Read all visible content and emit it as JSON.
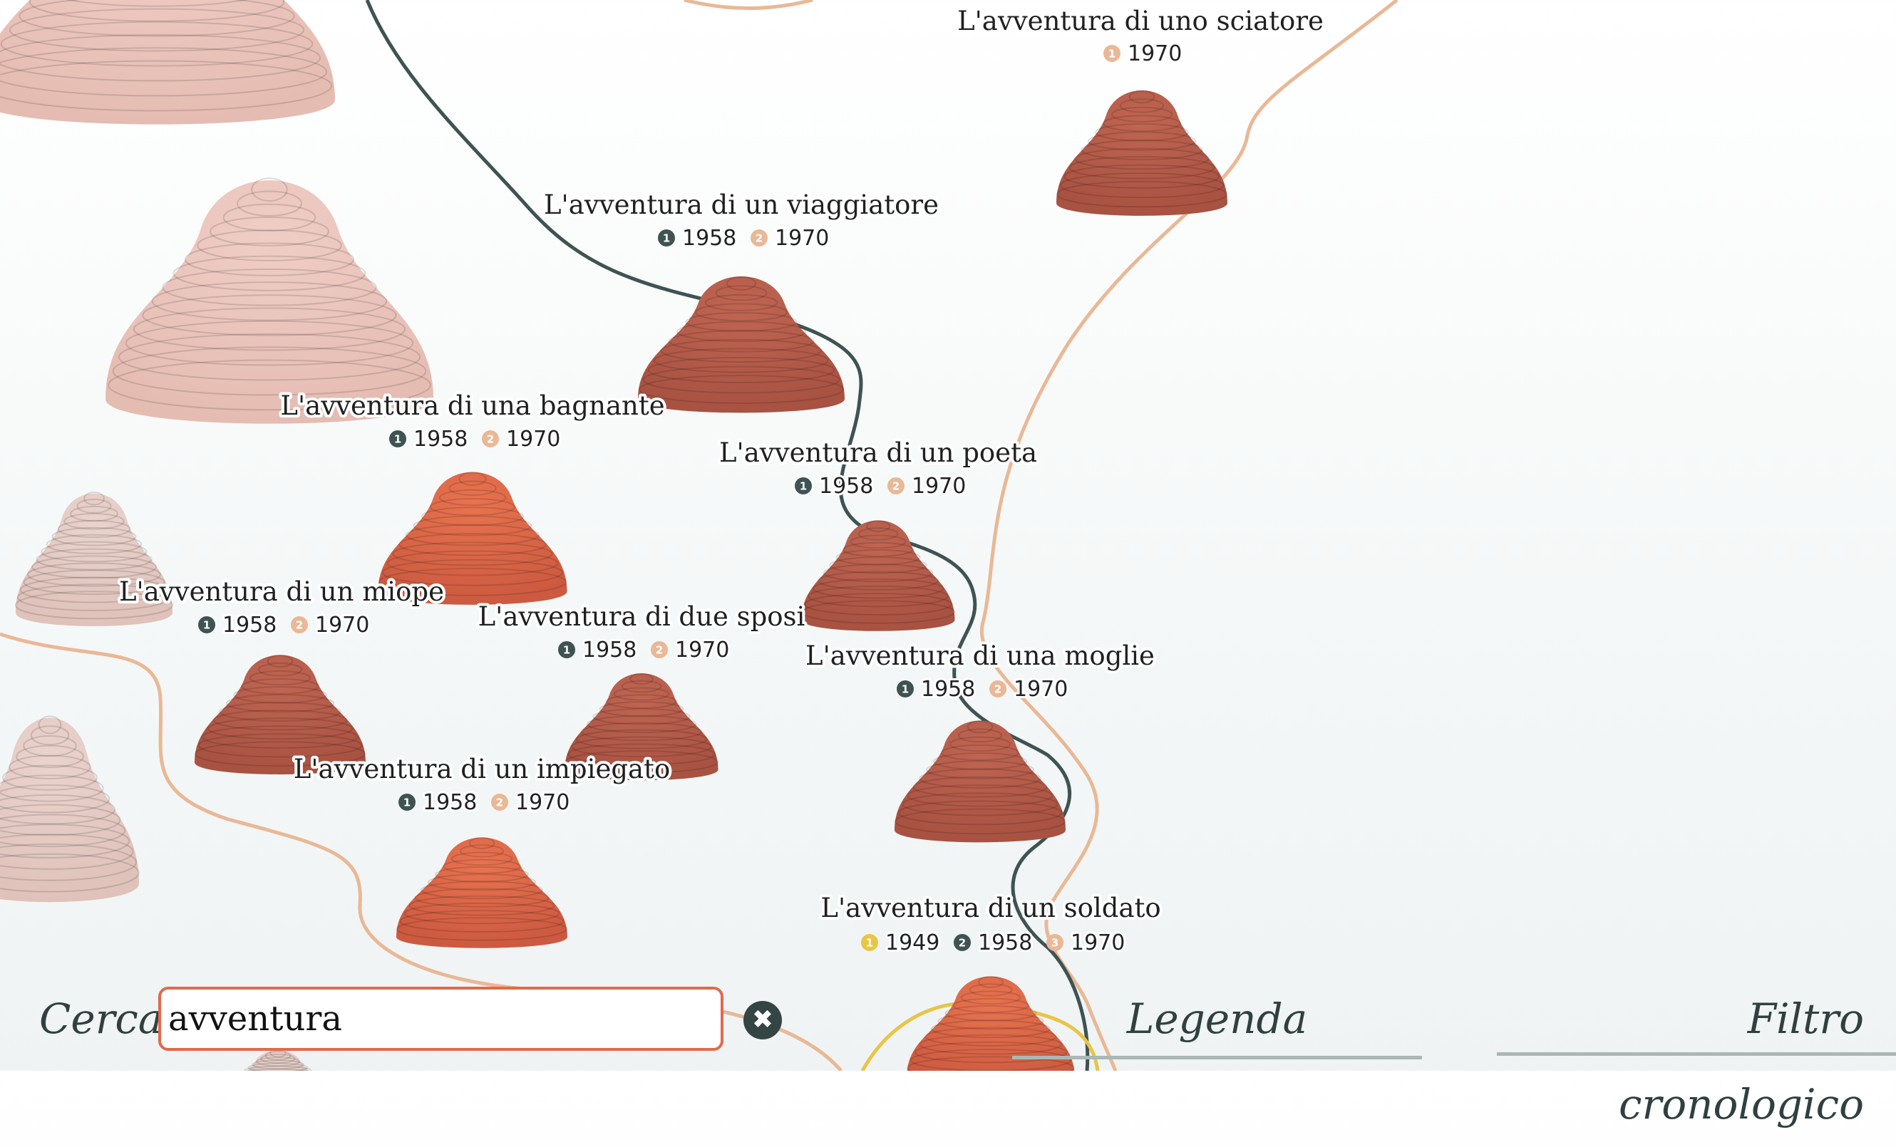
{
  "colors": {
    "edition_1": "#3e5352",
    "edition_2": "#e9b896",
    "edition_0": "#e8c547",
    "mound_fill": "#b35a4a",
    "mound_highlight": "#d9644a",
    "mound_faded": "#e9c3bb",
    "accent": "#e06a4d"
  },
  "stories": [
    {
      "title": "L'avventura di uno sciatore",
      "years": [
        {
          "badge": "1",
          "edition": "e2",
          "year": "1970"
        }
      ]
    },
    {
      "title": "L'avventura di un viaggiatore",
      "years": [
        {
          "badge": "1",
          "edition": "e1",
          "year": "1958"
        },
        {
          "badge": "2",
          "edition": "e2",
          "year": "1970"
        }
      ]
    },
    {
      "title": "L'avventura di una bagnante",
      "years": [
        {
          "badge": "1",
          "edition": "e1",
          "year": "1958"
        },
        {
          "badge": "2",
          "edition": "e2",
          "year": "1970"
        }
      ]
    },
    {
      "title": "L'avventura di un poeta",
      "years": [
        {
          "badge": "1",
          "edition": "e1",
          "year": "1958"
        },
        {
          "badge": "2",
          "edition": "e2",
          "year": "1970"
        }
      ]
    },
    {
      "title": "L'avventura di un miope",
      "years": [
        {
          "badge": "1",
          "edition": "e1",
          "year": "1958"
        },
        {
          "badge": "2",
          "edition": "e2",
          "year": "1970"
        }
      ]
    },
    {
      "title": "L'avventura di due sposi",
      "years": [
        {
          "badge": "1",
          "edition": "e1",
          "year": "1958"
        },
        {
          "badge": "2",
          "edition": "e2",
          "year": "1970"
        }
      ]
    },
    {
      "title": "L'avventura di una moglie",
      "years": [
        {
          "badge": "1",
          "edition": "e1",
          "year": "1958"
        },
        {
          "badge": "2",
          "edition": "e2",
          "year": "1970"
        }
      ]
    },
    {
      "title": "L'avventura di un impiegato",
      "years": [
        {
          "badge": "1",
          "edition": "e1",
          "year": "1958"
        },
        {
          "badge": "2",
          "edition": "e2",
          "year": "1970"
        }
      ]
    },
    {
      "title": "L'avventura di un soldato",
      "years": [
        {
          "badge": "1",
          "edition": "e0",
          "year": "1949"
        },
        {
          "badge": "2",
          "edition": "e1",
          "year": "1958"
        },
        {
          "badge": "3",
          "edition": "e2",
          "year": "1970"
        }
      ]
    }
  ],
  "search": {
    "label": "Cerca",
    "value": "avventura",
    "clear_icon": "close-circle-icon",
    "clear_glyph": "✖"
  },
  "panels": {
    "legend_label": "Legenda",
    "filter_label": "Filtro cronologico"
  }
}
